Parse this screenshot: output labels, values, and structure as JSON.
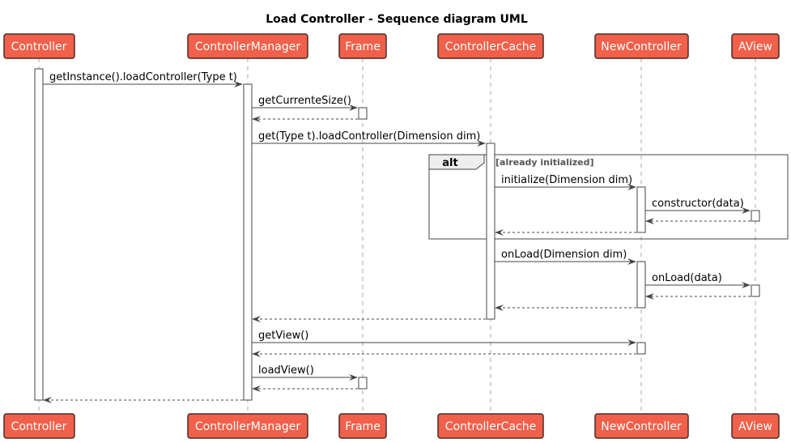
{
  "title": "Load Controller - Sequence diagram UML",
  "colors": {
    "participant_fill": "#f0604a",
    "participant_border": "#4a2c26",
    "line": "#444444",
    "lifeline": "#aaaaaa"
  },
  "participants": [
    {
      "id": "p0",
      "name": "Controller"
    },
    {
      "id": "p1",
      "name": "ControllerManager"
    },
    {
      "id": "p2",
      "name": "Frame"
    },
    {
      "id": "p3",
      "name": "ControllerCache"
    },
    {
      "id": "p4",
      "name": "NewController"
    },
    {
      "id": "p5",
      "name": "AView"
    }
  ],
  "messages": [
    {
      "from": 0,
      "to": 1,
      "label": "getInstance().loadController(Type t)",
      "dashed": false
    },
    {
      "from": 1,
      "to": 2,
      "label": "getCurrenteSize()",
      "dashed": false
    },
    {
      "from": 2,
      "to": 1,
      "label": "",
      "dashed": true
    },
    {
      "from": 1,
      "to": 3,
      "label": "get(Type t).loadController(Dimension dim)",
      "dashed": false
    },
    {
      "from": 3,
      "to": 4,
      "label": "initialize(Dimension dim)",
      "dashed": false
    },
    {
      "from": 4,
      "to": 5,
      "label": "constructor(data)",
      "dashed": false
    },
    {
      "from": 5,
      "to": 4,
      "label": "",
      "dashed": true
    },
    {
      "from": 4,
      "to": 3,
      "label": "",
      "dashed": true
    },
    {
      "from": 3,
      "to": 4,
      "label": "onLoad(Dimension dim)",
      "dashed": false
    },
    {
      "from": 4,
      "to": 5,
      "label": "onLoad(data)",
      "dashed": false
    },
    {
      "from": 5,
      "to": 4,
      "label": "",
      "dashed": true
    },
    {
      "from": 4,
      "to": 3,
      "label": "",
      "dashed": true
    },
    {
      "from": 3,
      "to": 1,
      "label": "",
      "dashed": true
    },
    {
      "from": 1,
      "to": 4,
      "label": "getView()",
      "dashed": false
    },
    {
      "from": 4,
      "to": 1,
      "label": "",
      "dashed": true
    },
    {
      "from": 1,
      "to": 2,
      "label": "loadView()",
      "dashed": false
    },
    {
      "from": 2,
      "to": 1,
      "label": "",
      "dashed": true
    },
    {
      "from": 1,
      "to": 0,
      "label": "",
      "dashed": true
    }
  ],
  "fragment": {
    "keyword": "alt",
    "condition": "[already initialized]"
  }
}
